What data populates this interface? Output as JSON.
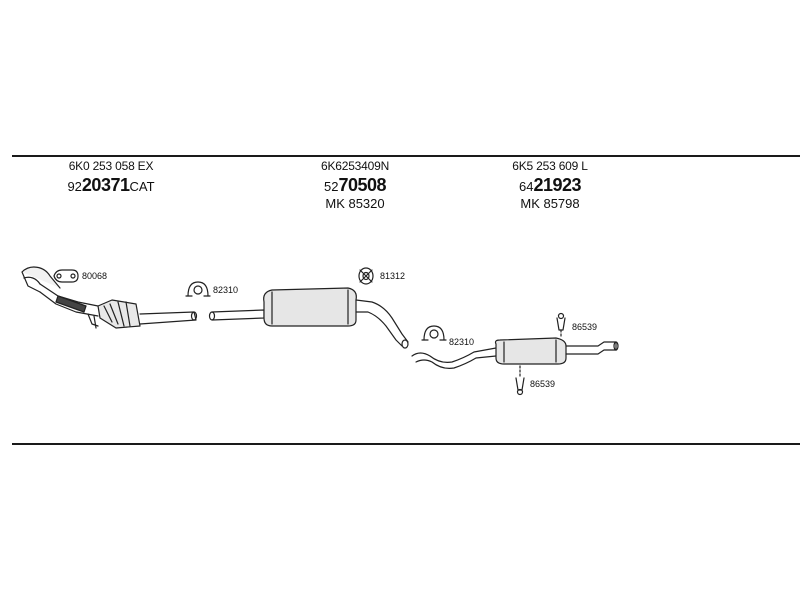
{
  "header_columns": [
    {
      "oe_number": "6K0 253 058 EX",
      "code_prefix": "92",
      "code_main": "20371",
      "code_suffix": "CAT",
      "mk": ""
    },
    {
      "oe_number": "6K6253409N",
      "code_prefix": "52",
      "code_main": "70508",
      "code_suffix": "",
      "mk": "MK  85320"
    },
    {
      "oe_number": "6K5 253 609 L",
      "code_prefix": "64",
      "code_main": "21923",
      "code_suffix": "",
      "mk": "MK  85798"
    }
  ],
  "part_labels": {
    "gasket": "80068",
    "clamp_front": "82310",
    "ring": "81312",
    "clamp_rear": "82310",
    "hanger_top": "86539",
    "hanger_bottom": "86539"
  }
}
